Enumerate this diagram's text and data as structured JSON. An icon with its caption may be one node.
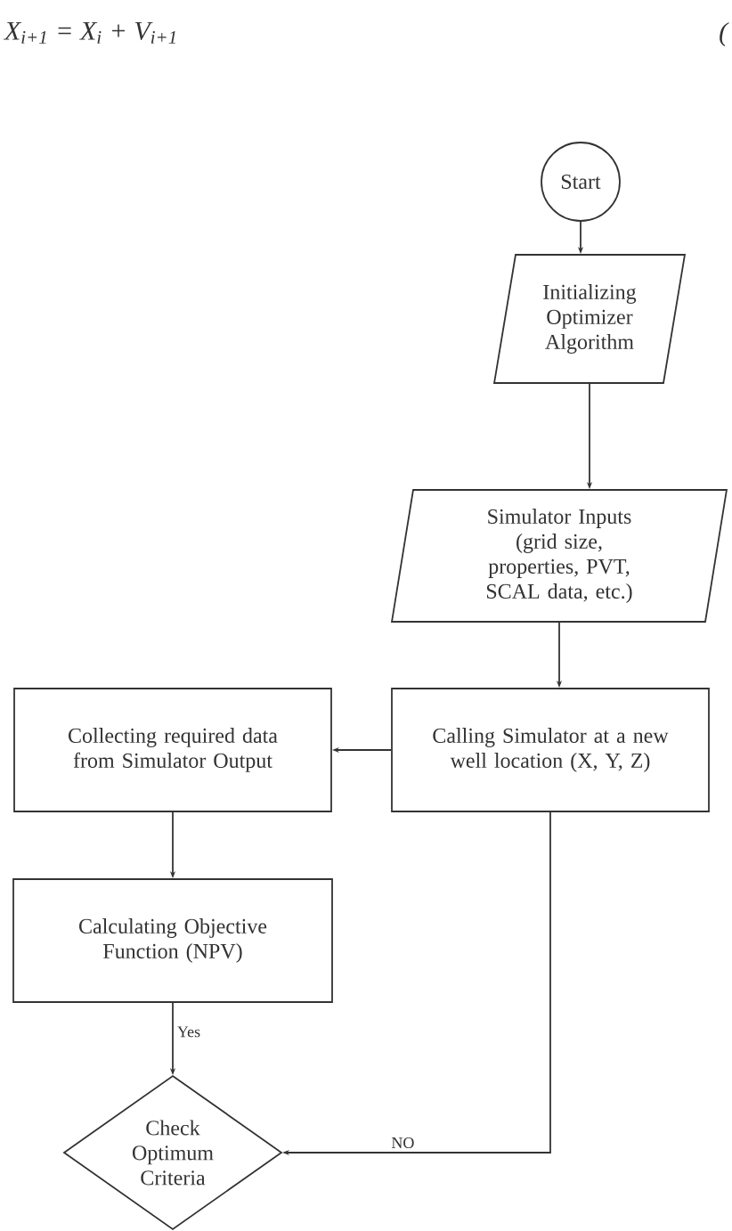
{
  "diagram": {
    "nodes": [
      {
        "text": [
          "Start"
        ]
      },
      {
        "text": [
          "Initializing Optimizer Algorithm"
        ]
      },
      {
        "text": [
          "Simulator Inputs (grid size, properties, PVT, SCAL data, etc.)"
        ]
      },
      {
        "text": [
          "Calling Simulator at a new well location (X, Y, Z)"
        ]
      },
      {
        "text": [
          "Collecting required data from Simulator Output"
        ]
      },
      {
        "text": [
          "Calculating Objective Function (NPV)"
        ]
      },
      {
        "text": [
          "Check Optimum Criteria"
        ]
      }
    ],
    "edges": [
      {
        "from": 0,
        "to": 1,
        "arrow": "to"
      },
      {
        "from": 1,
        "to": 2,
        "arrow": "to"
      },
      {
        "from": 2,
        "to": 3,
        "arrow": "to"
      },
      {
        "from": 3,
        "to": 4,
        "arrow": "to"
      },
      {
        "from": 4,
        "to": 5,
        "arrow": "to"
      },
      {
        "from": 5,
        "to": 6,
        "arrow": "to",
        "label": "Yes"
      },
      {
        "from": 3,
        "to": 6,
        "arrow": "to",
        "label": "NO"
      }
    ],
    "labels": [
      "X$_{i+1}$ = X$_{i}$ + V$_{i+1}$",
      "("
    ]
  }
}
